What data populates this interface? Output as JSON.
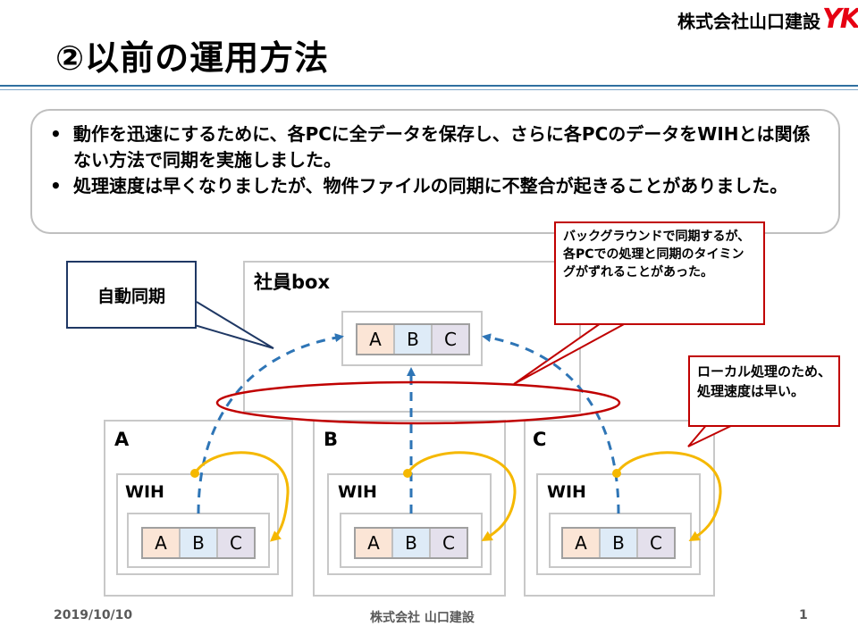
{
  "header": {
    "company_logo_text": "株式会社山口建設",
    "company_logo_mark": "YK",
    "title": "②以前の運用方法"
  },
  "bullets": [
    "動作を迅速にするために、各PCに全データを保存し、さらに各PCのデータをWIHとは関係ない方法で同期を実施しました。",
    "処理速度は早くなりましたが、物件ファイルの同期に不整合が起きることがありました。"
  ],
  "diagram": {
    "cloud_box_label": "社員box",
    "cells": [
      "A",
      "B",
      "C"
    ],
    "pcs": [
      {
        "label": "A",
        "inner_label": "WIH"
      },
      {
        "label": "B",
        "inner_label": "WIH"
      },
      {
        "label": "C",
        "inner_label": "WIH"
      }
    ],
    "callout_auto_sync": "自動同期",
    "callout_background": "バックグラウンドで同期するが、各PCでの処理と同期のタイミングがずれることがあった。",
    "callout_local": "ローカル処理のため、処理速度は早い。",
    "colors": {
      "sync_arrow": "#2e75b6",
      "local_arrow": "#f5b800",
      "highlight_ellipse": "#c00000",
      "callout_border_red": "#c00000",
      "callout_border_blue": "#1f3864",
      "logo_red": "#e60012"
    }
  },
  "footer": {
    "date": "2019/10/10",
    "company": "株式会社 山口建設",
    "page": "1"
  }
}
